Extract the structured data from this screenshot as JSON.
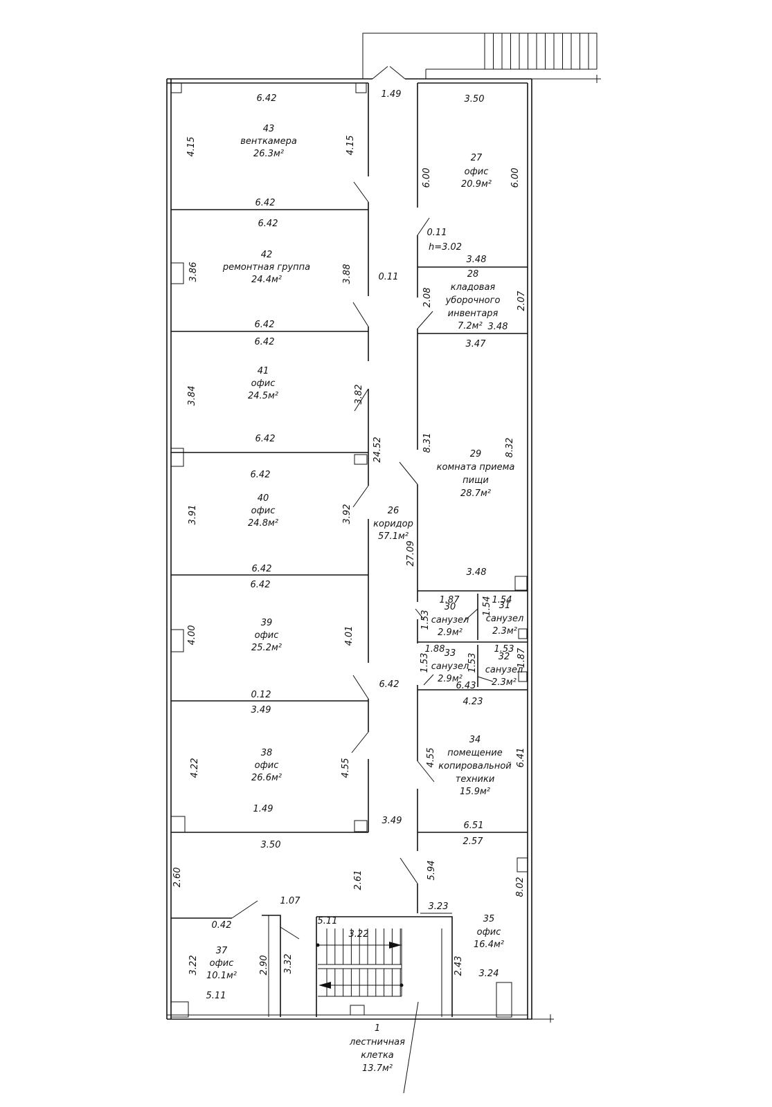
{
  "rooms": [
    {
      "id": "r43",
      "number": "43",
      "name": [
        "венткамера"
      ],
      "area": "26.3м²"
    },
    {
      "id": "r42",
      "number": "42",
      "name": [
        "ремонтная группа"
      ],
      "area": "24.4м²"
    },
    {
      "id": "r41",
      "number": "41",
      "name": [
        "офис"
      ],
      "area": "24.5м²"
    },
    {
      "id": "r40",
      "number": "40",
      "name": [
        "офис"
      ],
      "area": "24.8м²"
    },
    {
      "id": "r39",
      "number": "39",
      "name": [
        "офис"
      ],
      "area": "25.2м²"
    },
    {
      "id": "r38",
      "number": "38",
      "name": [
        "офис"
      ],
      "area": "26.6м²"
    },
    {
      "id": "r37",
      "number": "37",
      "name": [
        "офис"
      ],
      "area": "10.1м²"
    },
    {
      "id": "r27",
      "number": "27",
      "name": [
        "офис"
      ],
      "area": "20.9м²"
    },
    {
      "id": "r28",
      "number": "28",
      "name": [
        "кладовая",
        "уборочного",
        "инвентаря"
      ],
      "area": "7.2м²"
    },
    {
      "id": "r29",
      "number": "29",
      "name": [
        "комната приема",
        "пищи"
      ],
      "area": "28.7м²"
    },
    {
      "id": "r26",
      "number": "26",
      "name": [
        "коридор"
      ],
      "area": "57.1м²"
    },
    {
      "id": "r30",
      "number": "30",
      "name": [
        "санузел"
      ],
      "area": "2.9м²"
    },
    {
      "id": "r31",
      "number": "31",
      "name": [
        "санузел"
      ],
      "area": "2.3м²"
    },
    {
      "id": "r33",
      "number": "33",
      "name": [
        "санузел"
      ],
      "area": "2.9м²"
    },
    {
      "id": "r32",
      "number": "32",
      "name": [
        "санузел"
      ],
      "area": "2.3м²"
    },
    {
      "id": "r34",
      "number": "34",
      "name": [
        "помещение",
        "копировальной",
        "техники"
      ],
      "area": "15.9м²"
    },
    {
      "id": "r35",
      "number": "35",
      "name": [
        "офис"
      ],
      "area": "16.4м²"
    },
    {
      "id": "r1",
      "number": "1",
      "name": [
        "лестничная",
        "клетка"
      ],
      "area": "13.7м²"
    }
  ],
  "dimensions": [
    "6.42",
    "4.15",
    "4.15",
    "1.49",
    "3.50",
    "6.00",
    "6.00",
    "6.42",
    "6.42",
    "3.86",
    "3.88",
    "0.11",
    "0.11",
    "h=3.02",
    "3.48",
    "2.08",
    "2.07",
    "3.48",
    "6.42",
    "6.42",
    "3.47",
    "3.84",
    "3.82",
    "8.31",
    "8.32",
    "6.42",
    "24.52",
    "6.42",
    "3.91",
    "3.92",
    "27.09",
    "3.48",
    "6.42",
    "6.42",
    "1.87",
    "1.54",
    "1.54",
    "1.53",
    "4.00",
    "4.01",
    "1.88",
    "1.53",
    "1.53",
    "1.53",
    "1.87",
    "6.43",
    "0.12",
    "6.42",
    "3.49",
    "4.23",
    "4.22",
    "4.55",
    "4.55",
    "6.41",
    "1.49",
    "3.49",
    "6.51",
    "3.50",
    "2.57",
    "2.60",
    "2.61",
    "5.94",
    "8.02",
    "1.07",
    "3.23",
    "0.42",
    "5.11",
    "3.22",
    "3.22",
    "2.90",
    "3.32",
    "2.43",
    "3.24",
    "5.11"
  ]
}
